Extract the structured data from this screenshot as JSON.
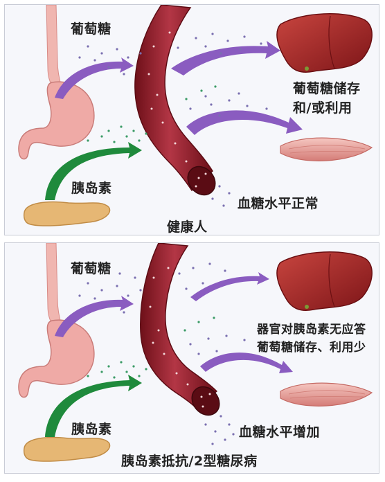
{
  "panels": [
    {
      "label_glucose": "葡萄糖",
      "label_insulin": "胰岛素",
      "label_organ_effect_line1": "葡萄糖储存",
      "label_organ_effect_line2": "和/或利用",
      "label_blood_sugar": "血糖水平正常",
      "caption": "健康人"
    },
    {
      "label_glucose": "葡萄糖",
      "label_insulin": "胰岛素",
      "label_organ_effect_line1": "器官对胰岛素无应答",
      "label_organ_effect_line2": "葡萄糖储存、利用少",
      "label_blood_sugar": "血糖水平增加",
      "caption": "胰岛素抵抗/2型糖尿病"
    }
  ],
  "colors": {
    "vessel": "#8e1e2a",
    "liver": "#9b2024",
    "muscle": "#e9a39e",
    "stomach": "#e89a9a",
    "pancreas": "#e6b774",
    "glucose_arrow": "#8a5cc0",
    "insulin_arrow": "#1f8a3c",
    "glucose_dots": "#7a6fb0",
    "insulin_dots": "#3b9b66"
  }
}
